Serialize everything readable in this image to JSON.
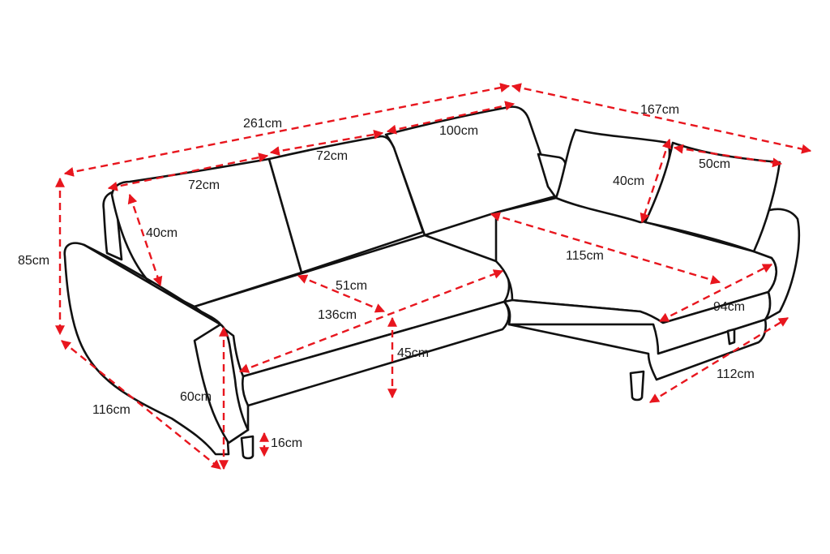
{
  "colors": {
    "dimension": "#e8161e",
    "outline": "#111111",
    "background": "#ffffff"
  },
  "labels": {
    "total_length": "261cm",
    "chaise_length": "167cm",
    "total_height": "85cm",
    "seat_depth": "116cm",
    "arm_height": "60cm",
    "leg_height": "16cm",
    "seat_height": "45cm",
    "seat_width": "136cm",
    "seat_cushion_depth": "51cm",
    "back_cushion_left": "72cm",
    "back_cushion_middle": "72cm",
    "back_cushion_right": "100cm",
    "back_cushion_height": "40cm",
    "pillow_height": "40cm",
    "pillow_width": "50cm",
    "chaise_seat_length": "115cm",
    "chaise_seat_width": "94cm",
    "chaise_depth": "112cm"
  }
}
